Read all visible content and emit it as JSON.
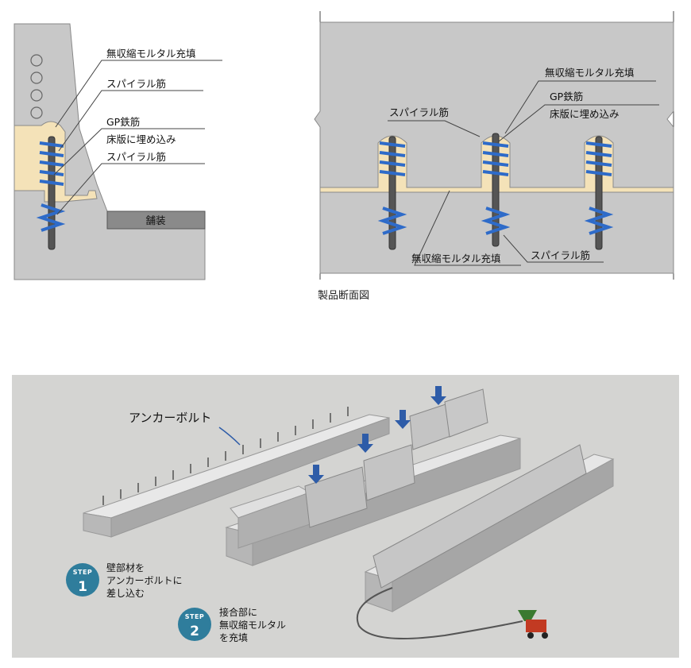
{
  "left_section": {
    "labels": {
      "mortar_fill": "無収縮モルタル充填",
      "spiral_rebar_1": "スパイラル筋",
      "gp_rebar": "GP鉄筋",
      "embedded": "床版に埋め込み",
      "spiral_rebar_2": "スパイラル筋",
      "pavement": "舗装"
    }
  },
  "right_section": {
    "labels": {
      "mortar_fill_top": "無収縮モルタル充填",
      "gp_rebar": "GP鉄筋",
      "embedded": "床版に埋め込み",
      "spiral_rebar_left": "スパイラル筋",
      "spiral_rebar_bottom": "スパイラル筋",
      "mortar_fill_bottom": "無収縮モルタル充填"
    },
    "caption": "製品断面図"
  },
  "bottom_section": {
    "anchor_label": "アンカーボルト",
    "steps": [
      {
        "word": "STEP",
        "number": "1",
        "lines": [
          "壁部材を",
          "アンカーボルトに",
          "差し込む"
        ],
        "color": "#2f7d9c"
      },
      {
        "word": "STEP",
        "number": "2",
        "lines": [
          "接合部に",
          "無収縮モルタル",
          "を充填"
        ],
        "color": "#2f7d9c"
      }
    ]
  },
  "colors": {
    "concrete": "#c8c8c8",
    "mortar": "#f4e2b8",
    "spiral": "#2e6bc9",
    "arrow": "#2e5ca8",
    "background_panel": "#d4d4d2"
  }
}
